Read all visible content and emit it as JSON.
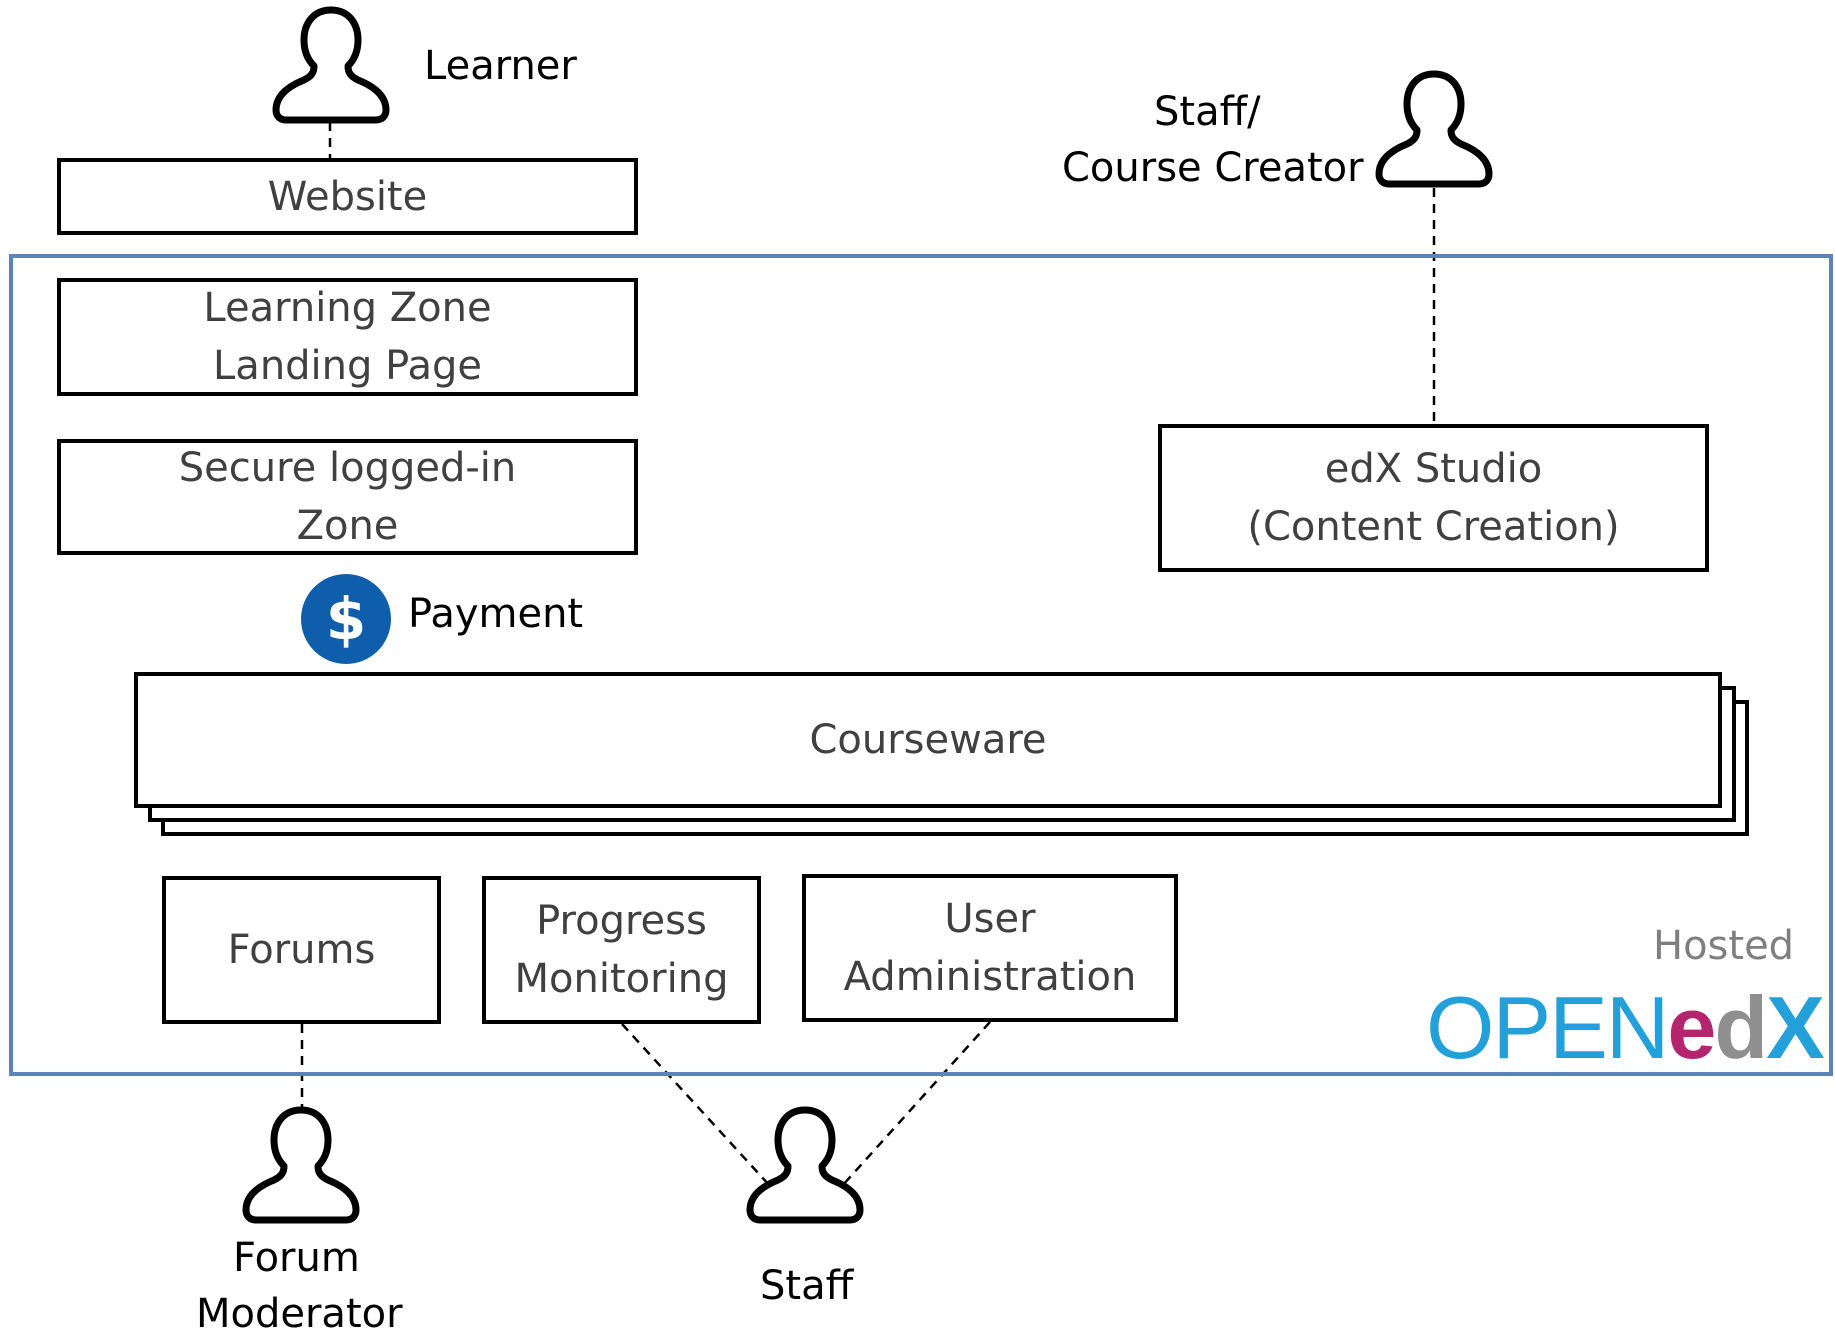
{
  "actors": {
    "learner": "Learner",
    "staff_creator_line1": "Staff/",
    "staff_creator_line2": "Course Creator",
    "forum_moderator_line1": "Forum",
    "forum_moderator_line2": "Moderator",
    "staff": "Staff"
  },
  "boxes": {
    "website": "Website",
    "learning_zone_line1": "Learning Zone",
    "learning_zone_line2": "Landing Page",
    "secure_zone_line1": "Secure logged-in",
    "secure_zone_line2": "Zone",
    "studio_line1": "edX Studio",
    "studio_line2": "(Content Creation)",
    "courseware": "Courseware",
    "forums": "Forums",
    "progress_line1": "Progress",
    "progress_line2": "Monitoring",
    "user_admin_line1": "User",
    "user_admin_line2": "Administration"
  },
  "payment": {
    "icon_symbol": "$",
    "label": "Payment",
    "icon_color": "#0f5eab"
  },
  "hosted": {
    "label": "Hosted",
    "logo_open": "OPEN",
    "logo_e": "e",
    "logo_d": "d",
    "logo_x": "X"
  },
  "colors": {
    "frame": "#5b84b9",
    "logo_blue": "#23a0da",
    "logo_magenta": "#b5256e",
    "logo_gray": "#8f8f8f"
  },
  "icons": [
    "person-icon",
    "dollar-icon"
  ]
}
